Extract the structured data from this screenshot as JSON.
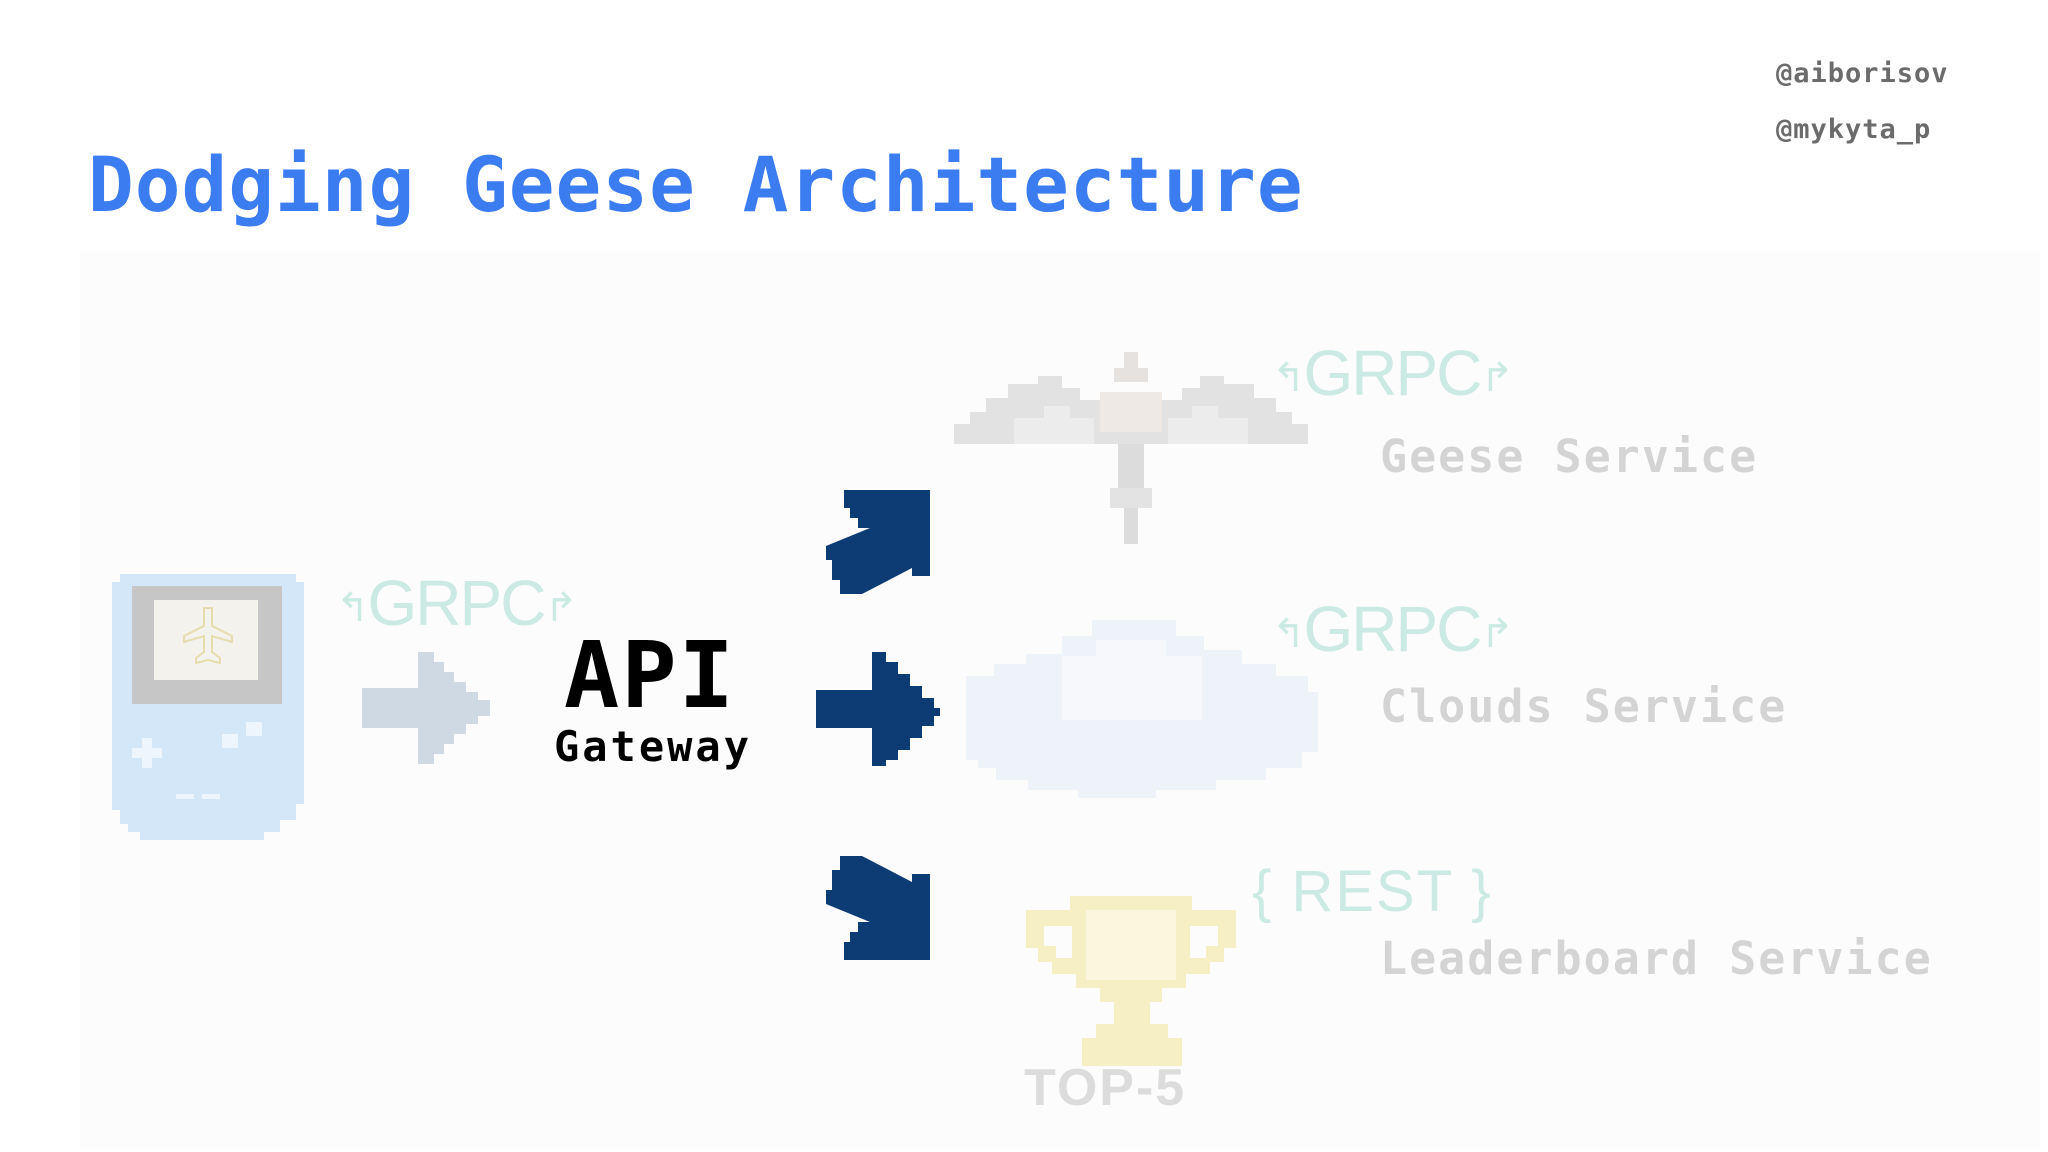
{
  "handles": [
    "@aiborisov",
    "@mykyta_p"
  ],
  "title": "Dodging Geese Architecture",
  "api": {
    "title": "API",
    "subtitle": "Gateway"
  },
  "protocols": {
    "client": "GRPC",
    "geese": "GRPC",
    "clouds": "GRPC",
    "leaderboard": "{ REST }"
  },
  "services": {
    "geese": "Geese Service",
    "clouds": "Clouds Service",
    "leaderboard": "Leaderboard Service"
  },
  "trophy_label": "TOP-5",
  "colors": {
    "title": "#3b7cf0",
    "arrow_dark": "#0d3b73",
    "arrow_faded": "#cfd9e4",
    "protocol": "#cbeae3",
    "service_text": "#d4d4d4"
  },
  "icons": [
    "gameboy-icon",
    "goose-icon",
    "cloud-icon",
    "trophy-icon"
  ]
}
